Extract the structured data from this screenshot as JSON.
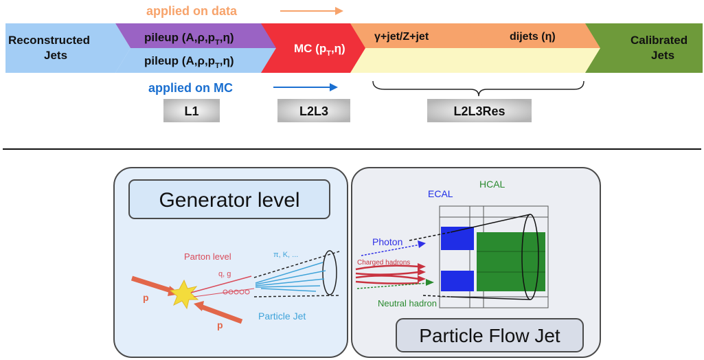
{
  "chain": {
    "reco_label_1": "Reconstructed",
    "reco_label_2": "Jets",
    "pileup_data": "pileup (A,ρ,p",
    "pileup_mc": "pileup (A,ρ,p",
    "pileup_sub": "T",
    "pileup_tail": ",η)",
    "mc_label": "MC (p",
    "mc_sub": "T",
    "mc_tail": ",η)",
    "gammajet": "γ+jet/Z+jet",
    "dijets": "dijets (η)",
    "calib_label_1": "Calibrated",
    "calib_label_2": "Jets",
    "applied_on_data": "applied on data",
    "applied_on_mc": "applied on MC",
    "level_l1": "L1",
    "level_l2l3": "L2L3",
    "level_l2l3res": "L2L3Res"
  },
  "generator": {
    "title": "Generator level",
    "parton_level": "Parton level",
    "qg": "q, g",
    "hadrons": "π, K, ...",
    "proton_top": "p",
    "proton_bottom": "p",
    "particle_jet": "Particle Jet"
  },
  "pflow": {
    "title": "Particle Flow Jet",
    "ecal": "ECAL",
    "hcal": "HCAL",
    "photon": "Photon",
    "charged": "Charged hadrons",
    "neutral": "Neutral hadron"
  },
  "colors": {
    "reco": "#a3cdf5",
    "pileup_data": "#9a63c4",
    "pileup_mc": "#a3cdf5",
    "mc": "#f0303a",
    "data_steps": "#f7a36b",
    "mc_steps": "#fbf7c3",
    "calib": "#6e9a3a",
    "data_text": "#f7a36b",
    "mc_text": "#1a6fd0"
  }
}
